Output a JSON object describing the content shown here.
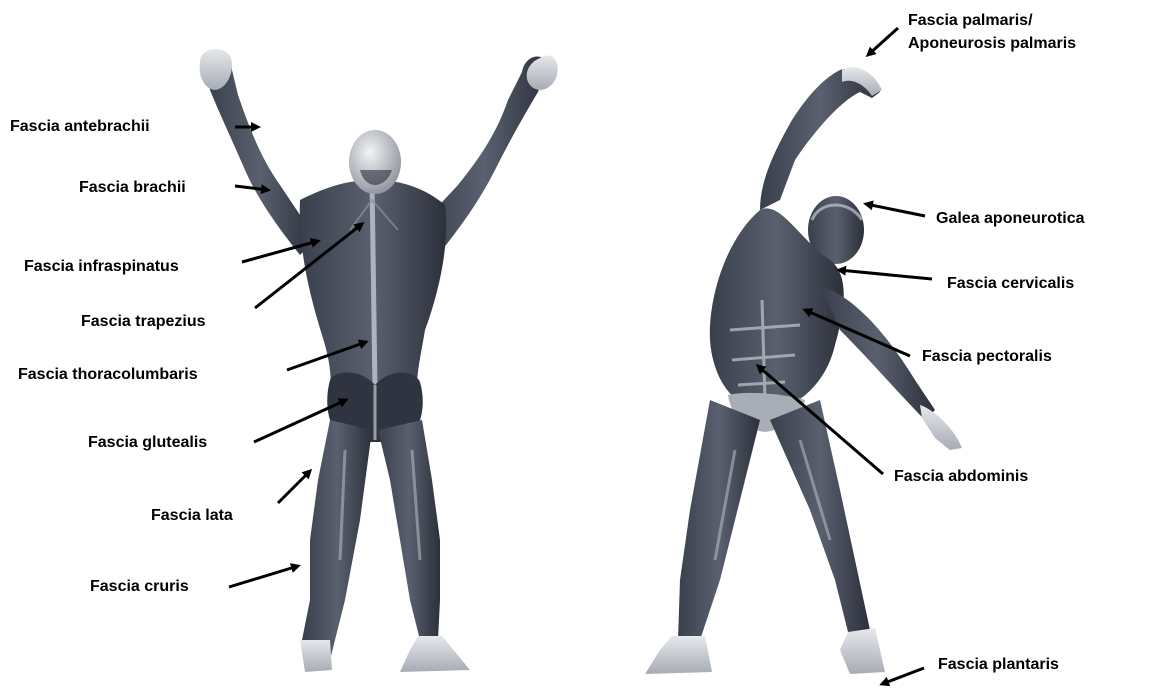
{
  "colors": {
    "skin_light": "#d9dbe0",
    "skin_mid": "#9a9ea8",
    "muscle_dark": "#2e3340",
    "muscle_mid": "#4a5060",
    "fascia_line": "#c4c8d0",
    "arrow": "#000000",
    "label_text": "#000000"
  },
  "figures": {
    "back_view": {
      "icon": "human-figure-back-view"
    },
    "front_view": {
      "icon": "human-figure-front-side-bend"
    }
  },
  "labels": {
    "fascia_antebrachii": "Fascia antebrachii",
    "fascia_brachii": "Fascia brachii",
    "fascia_infraspinatus": "Fascia infraspinatus",
    "fascia_trapezius": "Fascia trapezius",
    "fascia_thoracolumbaris": "Fascia thoracolumbaris",
    "fascia_glutealis": "Fascia glutealis",
    "fascia_lata": "Fascia lata",
    "fascia_cruris": "Fascia cruris",
    "fascia_palmaris_line1": "Fascia palmaris/",
    "fascia_palmaris_line2": "Aponeurosis palmaris",
    "galea_aponeurotica": "Galea aponeurotica",
    "fascia_cervicalis": "Fascia cervicalis",
    "fascia_pectoralis": "Fascia pectoralis",
    "fascia_abdominis": "Fascia abdominis",
    "fascia_plantaris": "Fascia plantaris"
  }
}
